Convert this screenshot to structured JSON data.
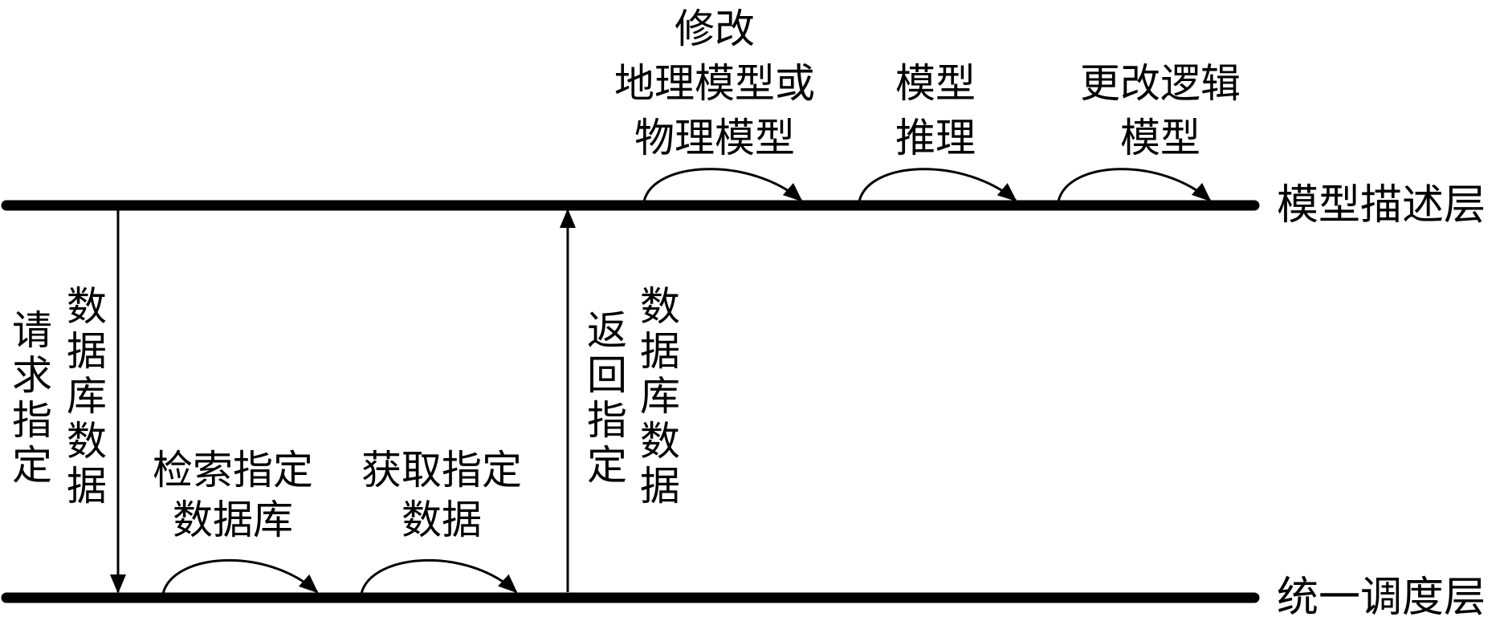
{
  "layers": {
    "top": "模型描述层",
    "bottom": "统一调度层"
  },
  "vertical_labels": {
    "request": "请求指定",
    "request_db": "数据库数据",
    "return": "返回指定",
    "return_db": "数据库数据"
  },
  "bottom_steps": [
    {
      "line1": "检索指定",
      "line2": "数据库"
    },
    {
      "line1": "获取指定",
      "line2": "数据"
    }
  ],
  "top_steps": [
    {
      "line1": "修改",
      "line2": "地理模型或",
      "line3": "物理模型"
    },
    {
      "line1": "模型",
      "line2": "推理"
    },
    {
      "line1": "更改逻辑",
      "line2": "模型"
    }
  ]
}
